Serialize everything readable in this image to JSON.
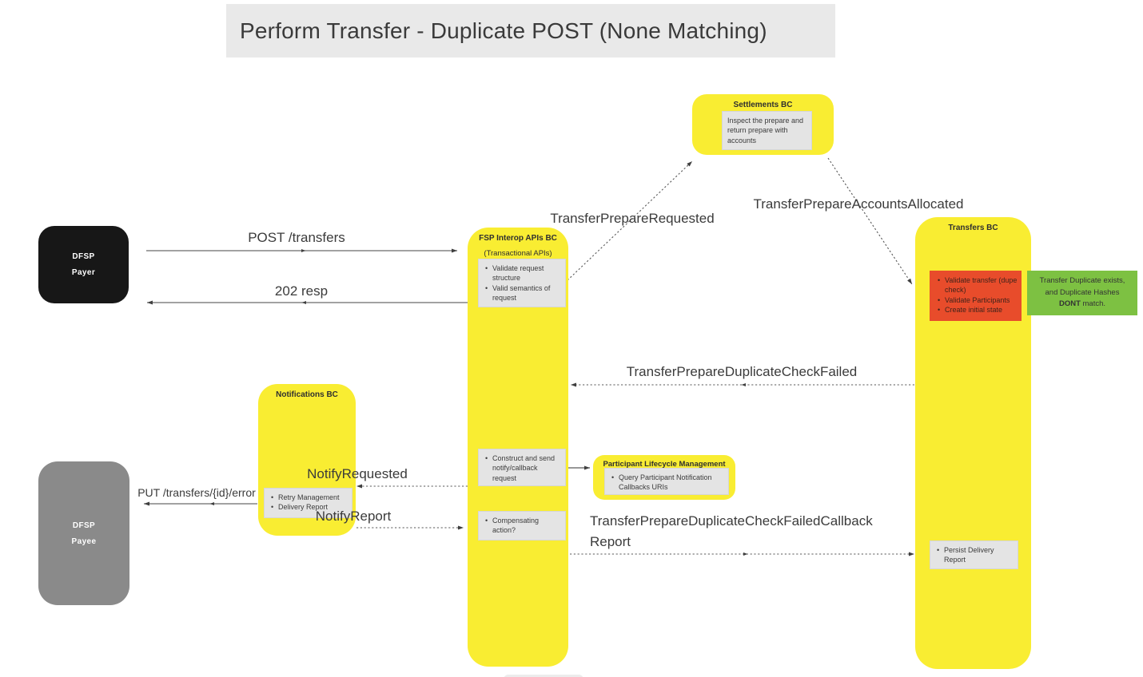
{
  "title": "Perform Transfer - Duplicate POST (None Matching)",
  "colors": {
    "banner_bg": "#e9e9e9",
    "node_yellow": "#f9ed32",
    "inner_gray": "#e4e4e4",
    "red_box": "#e84c2b",
    "green_box": "#7dc142",
    "payer_black": "#171717",
    "payee_gray": "#8a8a8a",
    "line": "#6b6b6b",
    "text": "#3b3b3b"
  },
  "actors": {
    "payer": {
      "line1": "DFSP",
      "line2": "Payer"
    },
    "payee": {
      "line1": "DFSP",
      "line2": "Payee"
    }
  },
  "components": {
    "fsp_interop": {
      "title": "FSP Interop APIs BC",
      "subtitle": "(Transactional APIs)",
      "validate_items": [
        "Validate request structure",
        "Valid semantics of request"
      ],
      "construct_items": [
        "Construct and send notify/callback request"
      ],
      "compensate_items": [
        "Compensating action?"
      ]
    },
    "settlements": {
      "title": "Settlements BC",
      "note": "Inspect the prepare and return prepare with accounts"
    },
    "transfers": {
      "title": "Transfers BC",
      "validate_items": [
        "Validate transfer (dupe check)",
        "Validate Participants",
        "Create initial state"
      ],
      "persist_items": [
        "Persist Delivery Report"
      ]
    },
    "notifications": {
      "title": "Notifications BC",
      "items": [
        "Retry Management",
        "Delivery Report"
      ]
    },
    "participant_lifecycle": {
      "title": "Participant Lifecycle Management",
      "items": [
        "Query Participant Notification Callbacks URIs"
      ]
    },
    "green_note": {
      "line1": "Transfer Duplicate exists,",
      "line2": "and Duplicate Hashes",
      "line3_bold": "DONT",
      "line3_rest": " match."
    }
  },
  "messages": {
    "post_transfers": "POST /transfers",
    "resp_202": "202 resp",
    "transfer_prepare_requested": "TransferPrepareRequested",
    "transfer_prepare_accounts_allocated": "TransferPrepareAccountsAllocated",
    "transfer_prepare_duplicate_check_failed": "TransferPrepareDuplicateCheckFailed",
    "notify_requested": "NotifyRequested",
    "put_transfers_error": "PUT /transfers/{id}/error",
    "notify_report": "NotifyReport",
    "callback_report_line1": "TransferPrepareDuplicateCheckFailedCallback",
    "callback_report_line2": "Report"
  }
}
